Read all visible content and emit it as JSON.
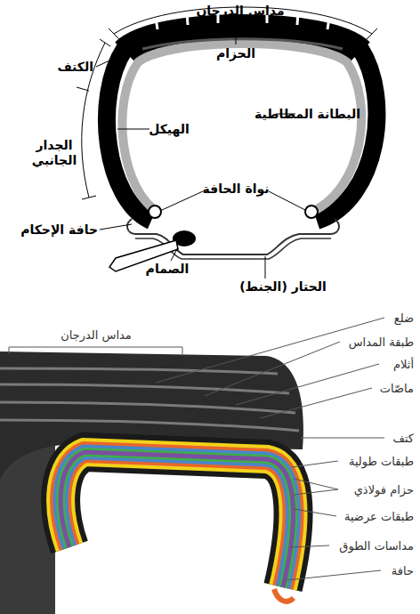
{
  "diagram": {
    "labels": [
      "مداس الدرجان",
      "الكتف",
      "الحزام",
      "البطانة المطاطية",
      "الهيكل",
      "الجدار الجانبي",
      "نواة الحافة",
      "حافة الإحكام",
      "الصمام",
      "الحتار (الجنط)",
      "مداس الدرجان",
      "ضلع",
      "طبقة المداس",
      "أثلام",
      "ماصّات",
      "كتف",
      "طبقات طولية",
      "حزام فولاذي",
      "طبقات عرضية",
      "مداسات الطوق",
      "حافة"
    ]
  }
}
